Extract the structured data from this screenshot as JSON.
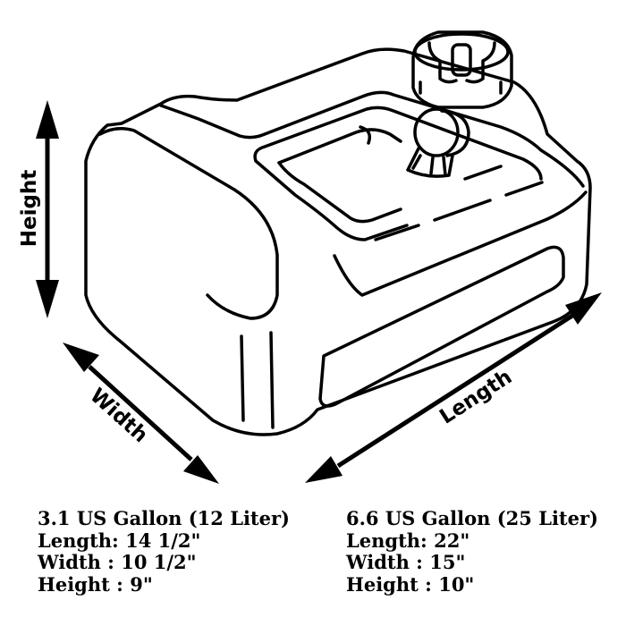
{
  "labels": {
    "height": "Height",
    "width": "Width",
    "length": "Length"
  },
  "specs": [
    {
      "title": "3.1 US Gallon (12 Liter)",
      "length": "Length: 14 1/2\"",
      "width": "Width : 10 1/2\"",
      "height": "Height : 9\""
    },
    {
      "title": "6.6 US Gallon (25 Liter)",
      "length": "Length: 22\"",
      "width": "Width : 15\"",
      "height": "Height : 10\""
    }
  ]
}
